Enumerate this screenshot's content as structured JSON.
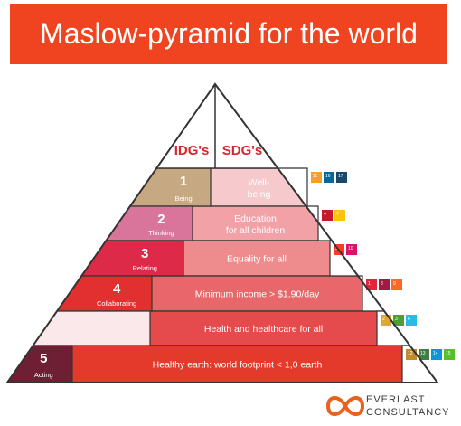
{
  "title": "Maslow-pyramid for the world",
  "columns": {
    "idg": "IDG's",
    "sdg": "SDG's"
  },
  "levels": [
    {
      "number": "1",
      "idg_label": "Being",
      "center": "Well-\nbeing",
      "idg_color": "#c6a882",
      "band_color": "#f6c9cc",
      "sdgs": [
        "11",
        "16",
        "17"
      ]
    },
    {
      "number": "2",
      "idg_label": "Thinking",
      "center": "Education\nfor all children",
      "idg_color": "#d9759a",
      "band_color": "#f2a1a6",
      "sdgs": [
        "4",
        "7"
      ]
    },
    {
      "number": "3",
      "idg_label": "Relating",
      "center": "Equality for all",
      "idg_color": "#dc2a48",
      "band_color": "#ee8b8d",
      "sdgs": [
        "5",
        "10"
      ]
    },
    {
      "number": "4",
      "idg_label": "Collaborating",
      "center": "Minimum income > $1,90/day",
      "idg_color": "#e1302f",
      "band_color": "#e9676a",
      "sdgs": [
        "1",
        "8",
        "9"
      ]
    },
    {
      "number": "",
      "idg_label": "",
      "center": "Health and healthcare for all",
      "idg_color": "#fbe8ea",
      "band_color": "#e54b4c",
      "sdgs": [
        "2",
        "3",
        "6"
      ]
    },
    {
      "number": "5",
      "idg_label": "Acting",
      "center": "Healthy earth: world footprint < 1,0 earth",
      "idg_color": "#6e1f33",
      "band_color": "#e43a2b",
      "sdgs": [
        "12",
        "13",
        "14",
        "15"
      ]
    }
  ],
  "sdg_colors": {
    "1": "#e5243b",
    "2": "#dda63a",
    "3": "#4c9f38",
    "4": "#c5192d",
    "5": "#ff3a21",
    "6": "#26bde2",
    "7": "#fcc30b",
    "8": "#a21942",
    "9": "#fd6925",
    "10": "#dd1367",
    "11": "#fd9d24",
    "12": "#bf8b2e",
    "13": "#3f7e44",
    "14": "#0a97d9",
    "15": "#56c02b",
    "16": "#00689d",
    "17": "#19486a"
  },
  "logo": {
    "line1": "EVERLAST",
    "line2": "CONSULTANCY",
    "color": "#e8621d"
  }
}
